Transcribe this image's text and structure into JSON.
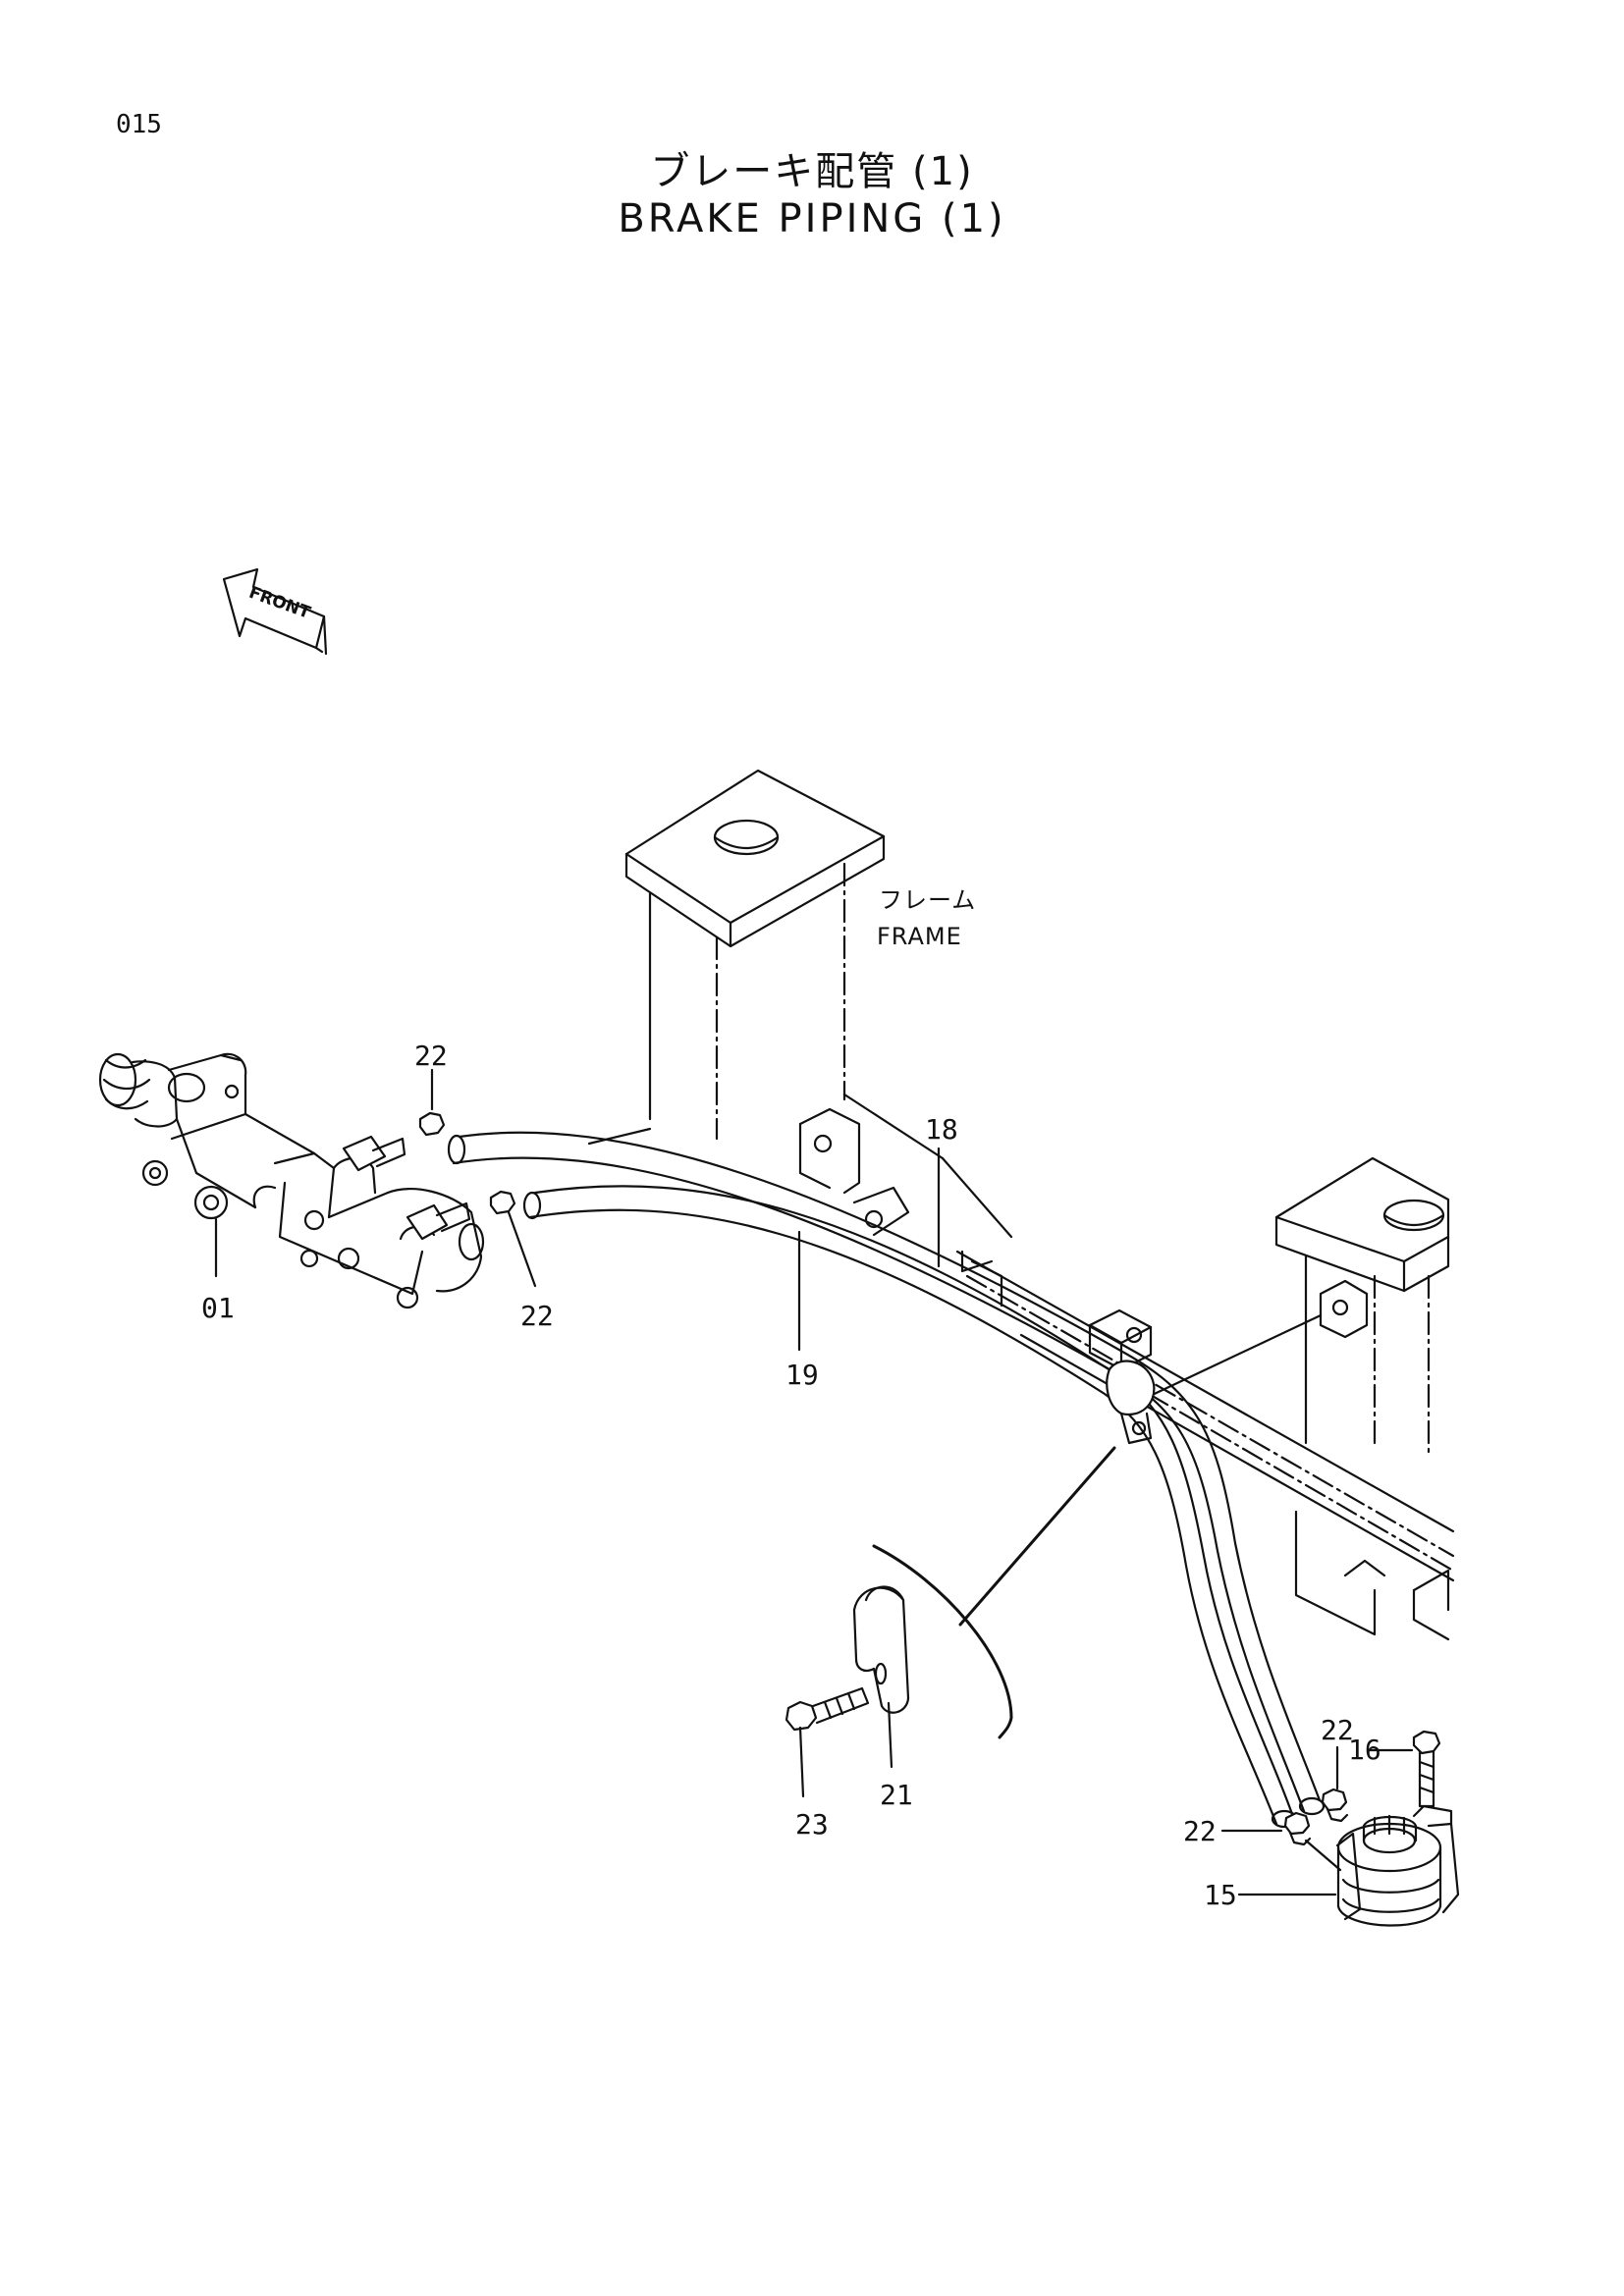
{
  "header": {
    "page_number": "015",
    "title_jp": "ブレーキ配管 (1)",
    "title_en": "BRAKE PIPING (1)"
  },
  "direction": {
    "front_label": "FRONT"
  },
  "frame": {
    "label_jp": "フレーム",
    "label_en": "FRAME"
  },
  "callouts": {
    "master_cylinder": "01",
    "reservoir": "15",
    "bolt_16": "16",
    "pipe_18": "18",
    "pipe_19": "19",
    "clamp": "21",
    "union_upper": "22",
    "union_mid": "22",
    "union_res_a": "22",
    "union_res_b": "22",
    "clamp_bolt": "23"
  }
}
